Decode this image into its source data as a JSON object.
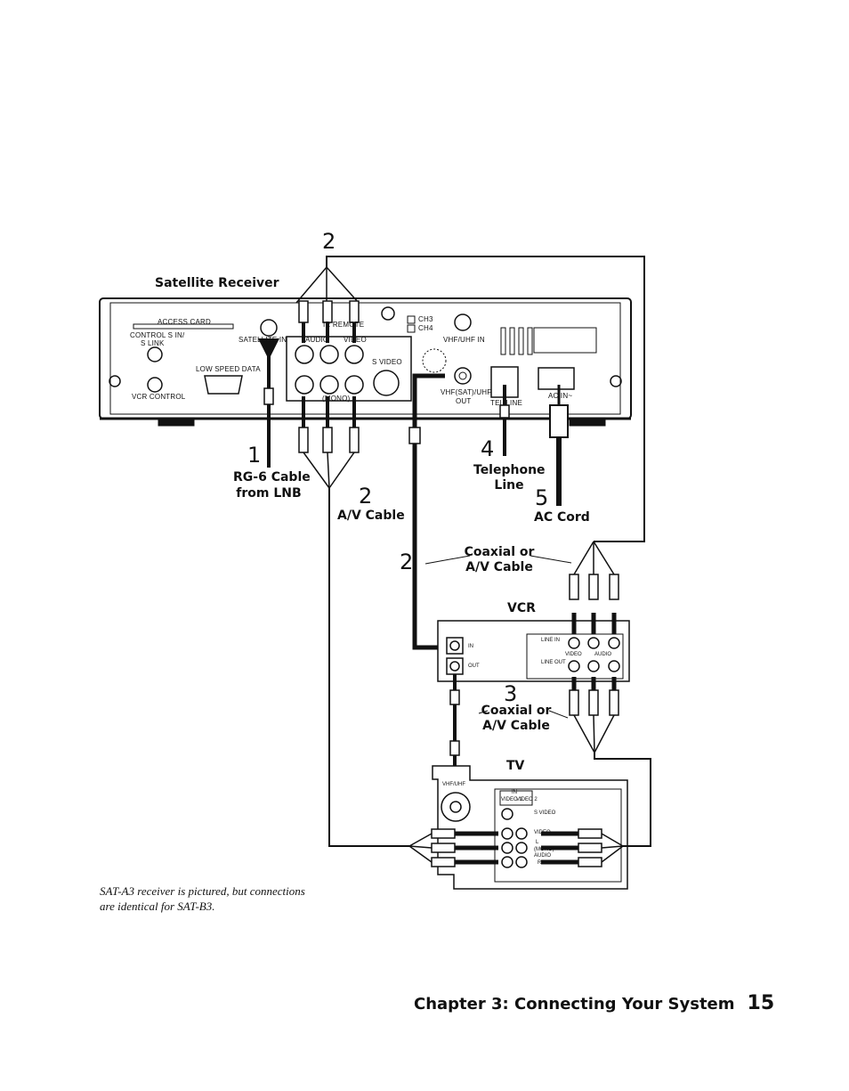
{
  "receiver": {
    "title": "Satellite Receiver",
    "panel_labels": {
      "access_card": "ACCESS CARD",
      "control_s_in": "CONTROL S IN/",
      "s_link": "S LINK",
      "vcr_control": "VCR CONTROL",
      "low_speed_data": "LOW SPEED DATA",
      "satellite_in": "SATELLITE IN",
      "audio": "AUDIO",
      "video": "VIDEO",
      "ir_remote": "IR REMOTE",
      "mono": "(MONO)",
      "s_video": "S VIDEO",
      "ch3": "CH3",
      "ch4": "CH4",
      "vhf_uhf_in": "VHF/UHF IN",
      "vhf_sat_uhf_out_1": "VHF(SAT)/UHF",
      "vhf_sat_uhf_out_2": "OUT",
      "tel_line": "TEL LINE",
      "ac_in": "AC IN~"
    }
  },
  "steps": {
    "s1_num": "1",
    "s1_label_1": "RG-6 Cable",
    "s1_label_2": "from LNB",
    "s2_top_num": "2",
    "s2_av_num": "2",
    "s2_av_label": "A/V Cable",
    "s2_coax_num": "2",
    "s2_coax_label_1": "Coaxial or",
    "s2_coax_label_2": "A/V Cable",
    "s3_num": "3",
    "s3_label_1": "Coaxial or",
    "s3_label_2": "A/V Cable",
    "s4_num": "4",
    "s4_label_1": "Telephone",
    "s4_label_2": "Line",
    "s5_num": "5",
    "s5_label": "AC Cord"
  },
  "vcr": {
    "title": "VCR",
    "in": "IN",
    "out": "OUT",
    "line_in": "LINE IN",
    "line_out": "LINE OUT",
    "video": "VIDEO",
    "audio": "AUDIO"
  },
  "tv": {
    "title": "TV",
    "vhf_uhf": "VHF/UHF",
    "in": "IN",
    "video1": "VIDEO 1",
    "video2": "VIDEO 2",
    "s_video": "S VIDEO",
    "video": "VIDEO",
    "l": "L",
    "mono": "(MONO)",
    "audio": "AUDIO",
    "r": "R"
  },
  "caption": {
    "line1": "SAT-A3 receiver is pictured, but connections",
    "line2": "are identical for SAT-B3."
  },
  "footer": {
    "chapter": "Chapter 3: Connecting Your System",
    "page": "15"
  }
}
